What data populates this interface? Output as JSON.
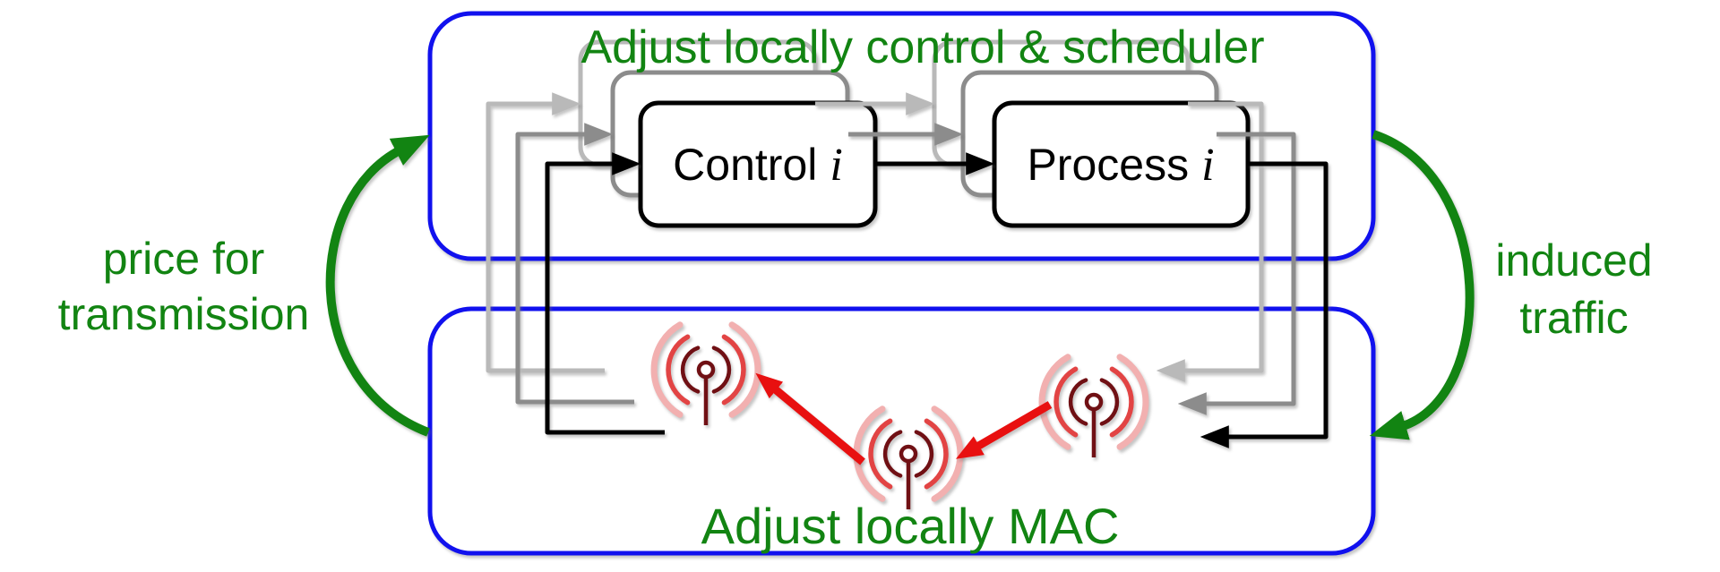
{
  "figure": {
    "type": "diagram",
    "description_visible_text_only": true
  },
  "upper_layer": {
    "title": "Adjust locally control & scheduler",
    "control_block": {
      "label": "Control",
      "index": "i"
    },
    "process_block": {
      "label": "Process",
      "index": "i"
    }
  },
  "lower_layer": {
    "title": "Adjust locally MAC"
  },
  "annotations": {
    "left": {
      "line1": "price for",
      "line2": "transmission"
    },
    "right": {
      "line1": "induced",
      "line2": "traffic"
    }
  },
  "icons": {
    "antennas": [
      "antenna-icon-left",
      "antenna-icon-middle",
      "antenna-icon-right"
    ]
  },
  "colors": {
    "layer_box_border": "#1111ee",
    "label_green": "#128412",
    "wireless_arrow_red": "#e81010",
    "line_front_black": "#000000",
    "line_mid_gray": "#8c8c8c",
    "line_back_gray": "#b9b9b9",
    "antenna_dark_red": "#701014",
    "antenna_mid_red": "#e24444",
    "antenna_outer_pink": "#f2b0b0",
    "background": "#ffffff"
  }
}
